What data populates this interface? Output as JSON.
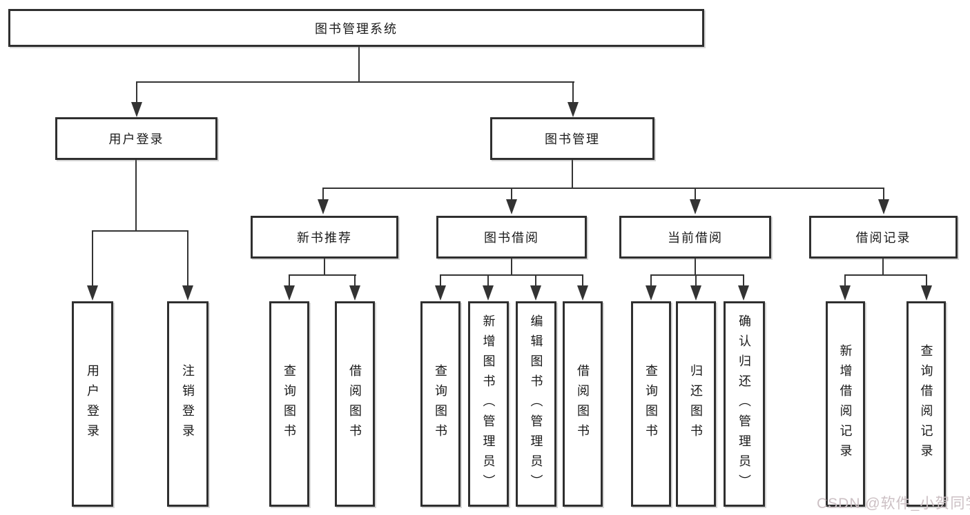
{
  "watermark": "CSDN @软件_小贺同学",
  "colors": {
    "line": "#333333",
    "box_border": "#2f2f2f",
    "text": "#1a1a1a",
    "background": "#ffffff",
    "watermark": "#ccc0c4"
  },
  "tree": {
    "label": "图书管理系统",
    "children": [
      {
        "label": "用户登录",
        "children": [
          {
            "label": "用户登录"
          },
          {
            "label": "注销登录"
          }
        ]
      },
      {
        "label": "图书管理",
        "children": [
          {
            "label": "新书推荐",
            "children": [
              {
                "label": "查询图书"
              },
              {
                "label": "借阅图书"
              }
            ]
          },
          {
            "label": "图书借阅",
            "children": [
              {
                "label": "查询图书"
              },
              {
                "label": "新增图书（管理员）"
              },
              {
                "label": "编辑图书（管理员）"
              },
              {
                "label": "借阅图书"
              }
            ]
          },
          {
            "label": "当前借阅",
            "children": [
              {
                "label": "查询图书"
              },
              {
                "label": "归还图书"
              },
              {
                "label": "确认归还（管理员）"
              }
            ]
          },
          {
            "label": "借阅记录",
            "children": [
              {
                "label": "新增借阅记录"
              },
              {
                "label": "查询借阅记录"
              }
            ]
          }
        ]
      }
    ]
  }
}
